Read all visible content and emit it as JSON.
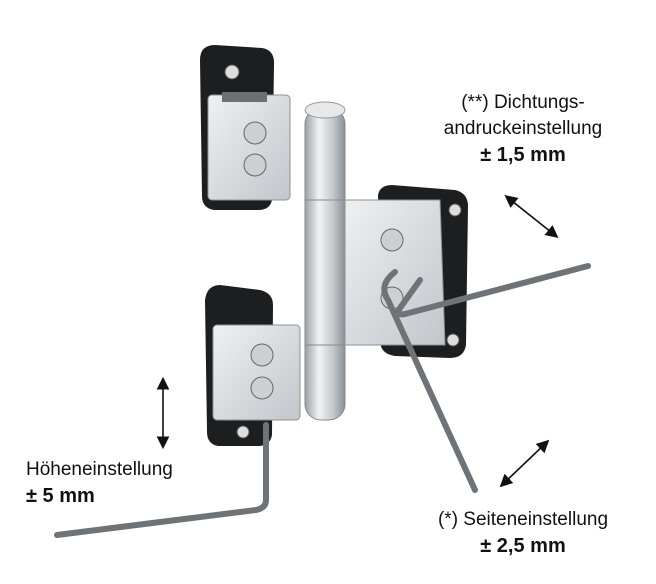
{
  "labels": {
    "seal_pressure": {
      "line1": "(**) Dichtungs-",
      "line2": "andruckeinstellung",
      "value": "± 1,5 mm"
    },
    "height": {
      "line1": "Höheneinstellung",
      "value": "± 5 mm"
    },
    "lateral": {
      "line1": "(*) Seiteneinstellung",
      "value": "± 2,5 mm"
    }
  }
}
